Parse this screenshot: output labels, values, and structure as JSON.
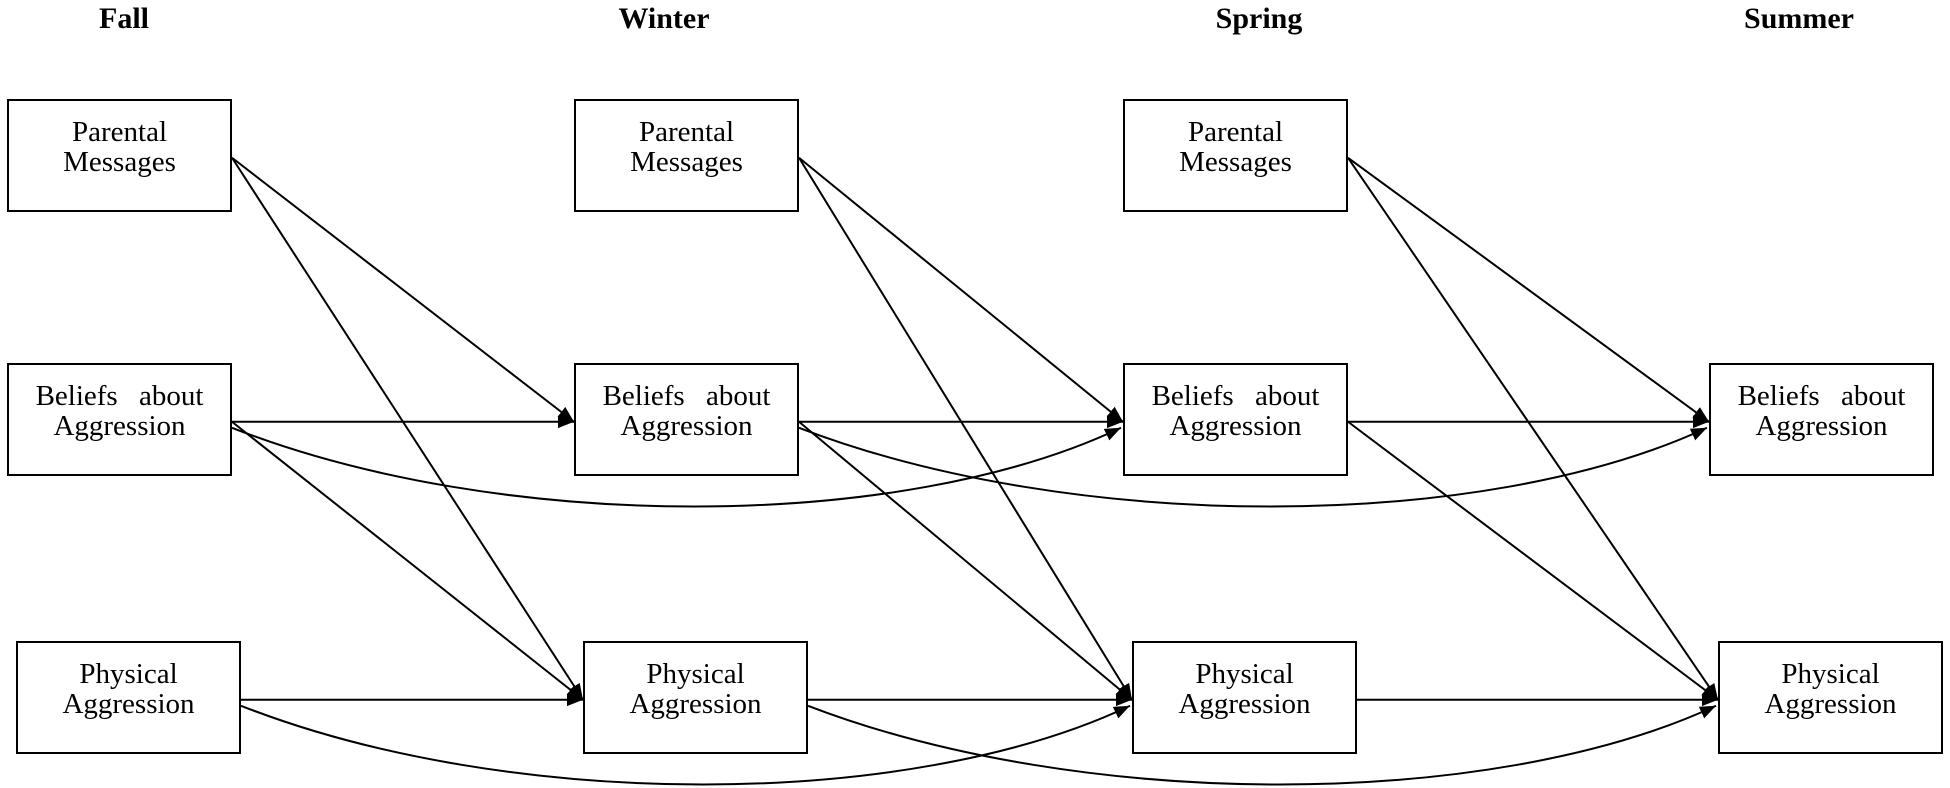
{
  "title": "Cross-lagged panel model of parental messages, beliefs about aggression, and physical aggression",
  "waves": [
    {
      "id": "fall",
      "label": "Fall"
    },
    {
      "id": "winter",
      "label": "Winter"
    },
    {
      "id": "spring",
      "label": "Spring"
    },
    {
      "id": "summer",
      "label": "Summer"
    }
  ],
  "constructs": {
    "pm": {
      "line1": "Parental",
      "line2": "Messages"
    },
    "ba": {
      "line1": "Beliefs about",
      "line2": "Aggression"
    },
    "pa": {
      "line1": "Physical",
      "line2": "Aggression"
    }
  },
  "nodes": [
    {
      "id": "fall-pm",
      "wave": "fall",
      "construct": "pm"
    },
    {
      "id": "fall-ba",
      "wave": "fall",
      "construct": "ba"
    },
    {
      "id": "fall-pa",
      "wave": "fall",
      "construct": "pa"
    },
    {
      "id": "winter-pm",
      "wave": "winter",
      "construct": "pm"
    },
    {
      "id": "winter-ba",
      "wave": "winter",
      "construct": "ba"
    },
    {
      "id": "winter-pa",
      "wave": "winter",
      "construct": "pa"
    },
    {
      "id": "spring-pm",
      "wave": "spring",
      "construct": "pm"
    },
    {
      "id": "spring-ba",
      "wave": "spring",
      "construct": "ba"
    },
    {
      "id": "spring-pa",
      "wave": "spring",
      "construct": "pa"
    },
    {
      "id": "summer-ba",
      "wave": "summer",
      "construct": "ba"
    },
    {
      "id": "summer-pa",
      "wave": "summer",
      "construct": "pa"
    }
  ],
  "edges": [
    {
      "from": "fall-pm",
      "to": "winter-ba",
      "style": "straight"
    },
    {
      "from": "fall-pm",
      "to": "winter-pa",
      "style": "straight"
    },
    {
      "from": "fall-ba",
      "to": "winter-ba",
      "style": "straight"
    },
    {
      "from": "fall-ba",
      "to": "winter-pa",
      "style": "straight"
    },
    {
      "from": "fall-ba",
      "to": "spring-ba",
      "style": "curved"
    },
    {
      "from": "fall-pa",
      "to": "winter-pa",
      "style": "straight"
    },
    {
      "from": "fall-pa",
      "to": "spring-pa",
      "style": "curved"
    },
    {
      "from": "winter-pm",
      "to": "spring-ba",
      "style": "straight"
    },
    {
      "from": "winter-pm",
      "to": "spring-pa",
      "style": "straight"
    },
    {
      "from": "winter-ba",
      "to": "spring-ba",
      "style": "straight"
    },
    {
      "from": "winter-ba",
      "to": "spring-pa",
      "style": "straight"
    },
    {
      "from": "winter-ba",
      "to": "summer-ba",
      "style": "curved"
    },
    {
      "from": "winter-pa",
      "to": "spring-pa",
      "style": "straight"
    },
    {
      "from": "winter-pa",
      "to": "summer-pa",
      "style": "curved"
    },
    {
      "from": "spring-pm",
      "to": "summer-ba",
      "style": "straight"
    },
    {
      "from": "spring-pm",
      "to": "summer-pa",
      "style": "straight"
    },
    {
      "from": "spring-ba",
      "to": "summer-ba",
      "style": "straight"
    },
    {
      "from": "spring-ba",
      "to": "summer-pa",
      "style": "straight"
    },
    {
      "from": "spring-pa",
      "to": "summer-pa",
      "style": "straight"
    }
  ]
}
